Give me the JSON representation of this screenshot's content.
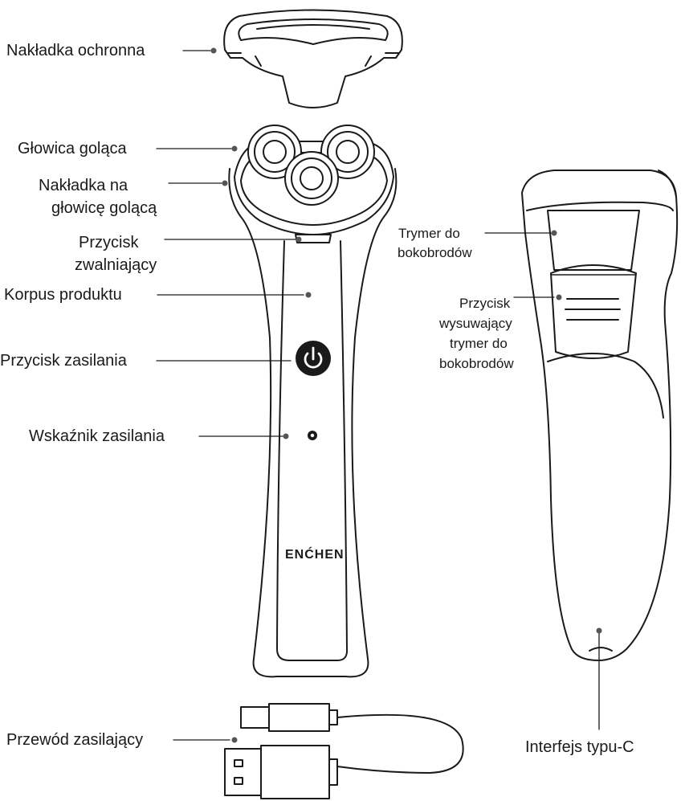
{
  "brand": "ENĆHEN",
  "labels": {
    "protective_cap": "Nakładka ochronna",
    "shaving_head": "Głowica goląca",
    "head_cover_line1": "Nakładka na",
    "head_cover_line2": "głowicę golącą",
    "release_line1": "Przycisk",
    "release_line2": "zwalniający",
    "body": "Korpus produktu",
    "power_button": "Przycisk zasilania",
    "power_indicator": "Wskaźnik zasilania",
    "cable": "Przewód zasilający",
    "trimmer_line1": "Trymer do",
    "trimmer_line2": "bokobrodów",
    "trim_btn_line1": "Przycisk",
    "trim_btn_line2": "wysuwający",
    "trim_btn_line3": "trymer do",
    "trim_btn_line4": "bokobrodów",
    "type_c": "Interfejs typu-C"
  },
  "colors": {
    "stroke": "#1a1a1a",
    "dot": "#555555",
    "fill": "#ffffff"
  }
}
